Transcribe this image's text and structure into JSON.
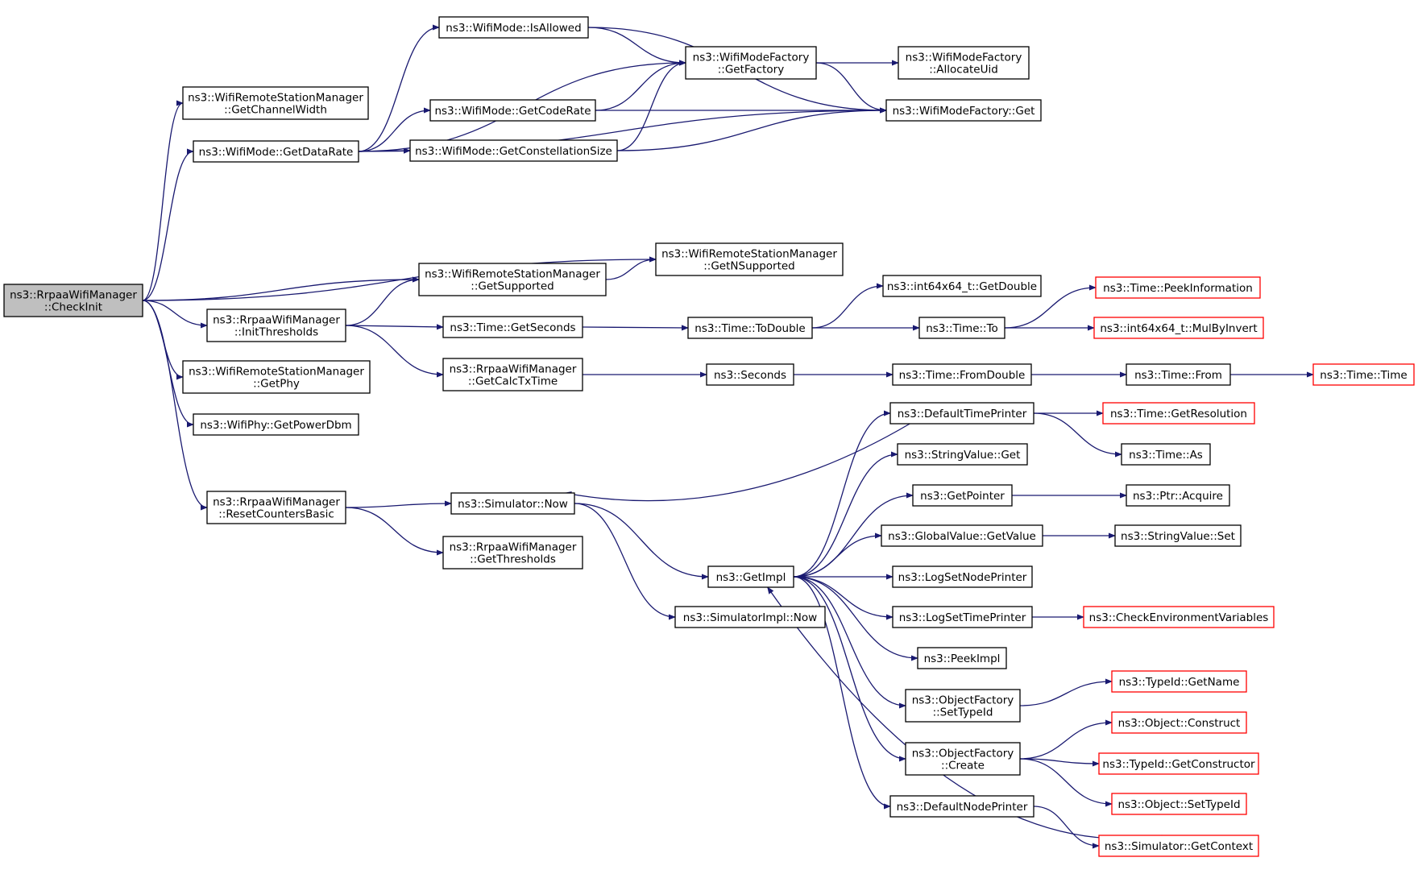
{
  "colors": {
    "edge": "#191970",
    "box_border": "#000000",
    "box_fill": "#ffffff",
    "root_fill": "#bfbfbf",
    "truncated_border": "#ff0000",
    "text": "#000000"
  },
  "nodes": [
    {
      "id": "checkinit",
      "lines": [
        "ns3::RrpaaWifiManager",
        "::CheckInit"
      ],
      "style": "root"
    },
    {
      "id": "getchannelwidth",
      "lines": [
        "ns3::WifiRemoteStationManager",
        "::GetChannelWidth"
      ],
      "style": "normal"
    },
    {
      "id": "getdatarate",
      "lines": [
        "ns3::WifiMode::GetDataRate"
      ],
      "style": "normal"
    },
    {
      "id": "isallowed",
      "lines": [
        "ns3::WifiMode::IsAllowed"
      ],
      "style": "normal"
    },
    {
      "id": "getcoderate",
      "lines": [
        "ns3::WifiMode::GetCodeRate"
      ],
      "style": "normal"
    },
    {
      "id": "getconstellationsize",
      "lines": [
        "ns3::WifiMode::GetConstellationSize"
      ],
      "style": "normal"
    },
    {
      "id": "getfactory",
      "lines": [
        "ns3::WifiModeFactory",
        "::GetFactory"
      ],
      "style": "normal"
    },
    {
      "id": "allocateuid",
      "lines": [
        "ns3::WifiModeFactory",
        "::AllocateUid"
      ],
      "style": "normal"
    },
    {
      "id": "factoryget",
      "lines": [
        "ns3::WifiModeFactory::Get"
      ],
      "style": "normal"
    },
    {
      "id": "getnsupported",
      "lines": [
        "ns3::WifiRemoteStationManager",
        "::GetNSupported"
      ],
      "style": "normal"
    },
    {
      "id": "getsupported",
      "lines": [
        "ns3::WifiRemoteStationManager",
        "::GetSupported"
      ],
      "style": "normal"
    },
    {
      "id": "initthresholds",
      "lines": [
        "ns3::RrpaaWifiManager",
        "::InitThresholds"
      ],
      "style": "normal"
    },
    {
      "id": "getphy",
      "lines": [
        "ns3::WifiRemoteStationManager",
        "::GetPhy"
      ],
      "style": "normal"
    },
    {
      "id": "getpowerdbm",
      "lines": [
        "ns3::WifiPhy::GetPowerDbm"
      ],
      "style": "normal"
    },
    {
      "id": "resetcounters",
      "lines": [
        "ns3::RrpaaWifiManager",
        "::ResetCountersBasic"
      ],
      "style": "normal"
    },
    {
      "id": "getseconds",
      "lines": [
        "ns3::Time::GetSeconds"
      ],
      "style": "normal"
    },
    {
      "id": "getcalctxtime",
      "lines": [
        "ns3::RrpaaWifiManager",
        "::GetCalcTxTime"
      ],
      "style": "normal"
    },
    {
      "id": "simnow",
      "lines": [
        "ns3::Simulator::Now"
      ],
      "style": "normal"
    },
    {
      "id": "getthresholds",
      "lines": [
        "ns3::RrpaaWifiManager",
        "::GetThresholds"
      ],
      "style": "normal"
    },
    {
      "id": "todouble",
      "lines": [
        "ns3::Time::ToDouble"
      ],
      "style": "normal"
    },
    {
      "id": "seconds",
      "lines": [
        "ns3::Seconds"
      ],
      "style": "normal"
    },
    {
      "id": "getimpl",
      "lines": [
        "ns3::GetImpl"
      ],
      "style": "normal"
    },
    {
      "id": "simimplnow",
      "lines": [
        "ns3::SimulatorImpl::Now"
      ],
      "style": "normal"
    },
    {
      "id": "int64getdouble",
      "lines": [
        "ns3::int64x64_t::GetDouble"
      ],
      "style": "normal"
    },
    {
      "id": "timeto",
      "lines": [
        "ns3::Time::To"
      ],
      "style": "normal"
    },
    {
      "id": "fromdouble",
      "lines": [
        "ns3::Time::FromDouble"
      ],
      "style": "normal"
    },
    {
      "id": "defaulttimeprinter",
      "lines": [
        "ns3::DefaultTimePrinter"
      ],
      "style": "normal"
    },
    {
      "id": "stringvalueget",
      "lines": [
        "ns3::StringValue::Get"
      ],
      "style": "normal"
    },
    {
      "id": "getpointer",
      "lines": [
        "ns3::GetPointer"
      ],
      "style": "normal"
    },
    {
      "id": "globalgetvalue",
      "lines": [
        "ns3::GlobalValue::GetValue"
      ],
      "style": "normal"
    },
    {
      "id": "logsetnodeprinter",
      "lines": [
        "ns3::LogSetNodePrinter"
      ],
      "style": "normal"
    },
    {
      "id": "logsettimeprinter",
      "lines": [
        "ns3::LogSetTimePrinter"
      ],
      "style": "normal"
    },
    {
      "id": "peekimpl",
      "lines": [
        "ns3::PeekImpl"
      ],
      "style": "normal"
    },
    {
      "id": "settypeid",
      "lines": [
        "ns3::ObjectFactory",
        "::SetTypeId"
      ],
      "style": "normal"
    },
    {
      "id": "factorycreate",
      "lines": [
        "ns3::ObjectFactory",
        "::Create"
      ],
      "style": "normal"
    },
    {
      "id": "defaultnodeprinter",
      "lines": [
        "ns3::DefaultNodePrinter"
      ],
      "style": "normal"
    },
    {
      "id": "timefrom",
      "lines": [
        "ns3::Time::From"
      ],
      "style": "normal"
    },
    {
      "id": "peekinformation",
      "lines": [
        "ns3::Time::PeekInformation"
      ],
      "style": "truncated"
    },
    {
      "id": "mulbyinvert",
      "lines": [
        "ns3::int64x64_t::MulByInvert"
      ],
      "style": "truncated"
    },
    {
      "id": "timetime",
      "lines": [
        "ns3::Time::Time"
      ],
      "style": "truncated"
    },
    {
      "id": "getresolution",
      "lines": [
        "ns3::Time::GetResolution"
      ],
      "style": "truncated"
    },
    {
      "id": "timeas",
      "lines": [
        "ns3::Time::As"
      ],
      "style": "normal"
    },
    {
      "id": "ptracquire",
      "lines": [
        "ns3::Ptr::Acquire"
      ],
      "style": "normal"
    },
    {
      "id": "stringvalueset",
      "lines": [
        "ns3::StringValue::Set"
      ],
      "style": "normal"
    },
    {
      "id": "checkenv",
      "lines": [
        "ns3::CheckEnvironmentVariables"
      ],
      "style": "truncated"
    },
    {
      "id": "typeidgetname",
      "lines": [
        "ns3::TypeId::GetName"
      ],
      "style": "truncated"
    },
    {
      "id": "objectconstruct",
      "lines": [
        "ns3::Object::Construct"
      ],
      "style": "truncated"
    },
    {
      "id": "typeidgetconstructor",
      "lines": [
        "ns3::TypeId::GetConstructor"
      ],
      "style": "truncated"
    },
    {
      "id": "objectsettypeid",
      "lines": [
        "ns3::Object::SetTypeId"
      ],
      "style": "truncated"
    },
    {
      "id": "simgetcontext",
      "lines": [
        "ns3::Simulator::GetContext"
      ],
      "style": "truncated"
    }
  ],
  "edges": [
    [
      "checkinit",
      "getchannelwidth"
    ],
    [
      "checkinit",
      "getdatarate"
    ],
    [
      "checkinit",
      "getnsupported"
    ],
    [
      "checkinit",
      "getsupported"
    ],
    [
      "checkinit",
      "initthresholds"
    ],
    [
      "checkinit",
      "getphy"
    ],
    [
      "checkinit",
      "getpowerdbm"
    ],
    [
      "checkinit",
      "resetcounters"
    ],
    [
      "getdatarate",
      "isallowed"
    ],
    [
      "getdatarate",
      "getfactory"
    ],
    [
      "getdatarate",
      "getcoderate"
    ],
    [
      "getdatarate",
      "getconstellationsize"
    ],
    [
      "getdatarate",
      "factoryget"
    ],
    [
      "isallowed",
      "getfactory"
    ],
    [
      "isallowed",
      "factoryget"
    ],
    [
      "getcoderate",
      "getfactory"
    ],
    [
      "getcoderate",
      "factoryget"
    ],
    [
      "getconstellationsize",
      "getfactory"
    ],
    [
      "getconstellationsize",
      "factoryget"
    ],
    [
      "getfactory",
      "allocateuid"
    ],
    [
      "getfactory",
      "factoryget"
    ],
    [
      "getsupported",
      "getnsupported"
    ],
    [
      "initthresholds",
      "getsupported"
    ],
    [
      "initthresholds",
      "getseconds"
    ],
    [
      "initthresholds",
      "getcalctxtime"
    ],
    [
      "getseconds",
      "todouble"
    ],
    [
      "todouble",
      "int64getdouble"
    ],
    [
      "todouble",
      "timeto"
    ],
    [
      "timeto",
      "peekinformation"
    ],
    [
      "timeto",
      "mulbyinvert"
    ],
    [
      "getcalctxtime",
      "seconds"
    ],
    [
      "seconds",
      "fromdouble"
    ],
    [
      "fromdouble",
      "timefrom"
    ],
    [
      "timefrom",
      "timetime"
    ],
    [
      "resetcounters",
      "simnow"
    ],
    [
      "resetcounters",
      "getthresholds"
    ],
    [
      "simnow",
      "getimpl"
    ],
    [
      "simnow",
      "simimplnow"
    ],
    [
      "defaulttimeprinter",
      "simnow"
    ],
    [
      "defaulttimeprinter",
      "getresolution"
    ],
    [
      "defaulttimeprinter",
      "timeas"
    ],
    [
      "getimpl",
      "defaulttimeprinter"
    ],
    [
      "getimpl",
      "stringvalueget"
    ],
    [
      "getimpl",
      "getpointer"
    ],
    [
      "getimpl",
      "globalgetvalue"
    ],
    [
      "getimpl",
      "logsetnodeprinter"
    ],
    [
      "getimpl",
      "logsettimeprinter"
    ],
    [
      "getimpl",
      "peekimpl"
    ],
    [
      "getimpl",
      "settypeid"
    ],
    [
      "getimpl",
      "factorycreate"
    ],
    [
      "getimpl",
      "defaultnodeprinter"
    ],
    [
      "getpointer",
      "ptracquire"
    ],
    [
      "globalgetvalue",
      "stringvalueset"
    ],
    [
      "logsettimeprinter",
      "checkenv"
    ],
    [
      "settypeid",
      "typeidgetname"
    ],
    [
      "factorycreate",
      "objectconstruct"
    ],
    [
      "factorycreate",
      "typeidgetconstructor"
    ],
    [
      "factorycreate",
      "objectsettypeid"
    ],
    [
      "defaultnodeprinter",
      "simgetcontext"
    ],
    [
      "simgetcontext",
      "getimpl"
    ]
  ]
}
